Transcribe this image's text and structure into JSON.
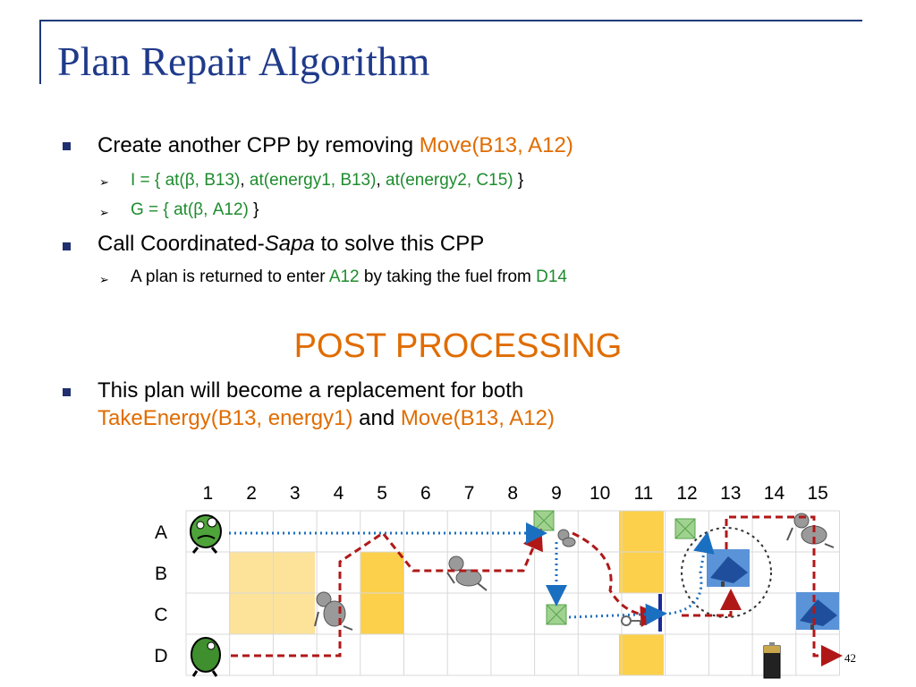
{
  "title": "Plan Repair Algorithm",
  "bullets": {
    "b1": {
      "prefix": "Create another CPP by removing ",
      "highlight": "Move(B13, A12)"
    },
    "s1": {
      "pre": "I  =  { ",
      "v1": "at(β, B13)",
      "sep1": ", ",
      "v2": "at(energy1, B13)",
      "sep2": ", ",
      "v3": "at(energy2, C15)",
      "post": " }"
    },
    "s2": {
      "pre": "G = { ",
      "v1": "at(β, A12)",
      "post": " }"
    },
    "b2": {
      "prefix": "Call Coordinated-",
      "italic": "Sapa",
      "suffix": " to solve this CPP"
    },
    "s3": {
      "pre": "A plan is returned to enter ",
      "v1": "A12",
      "mid": " by taking the fuel from ",
      "v2": "D14"
    },
    "b3": {
      "line1": "This plan will become a replacement for both",
      "h1": "TakeEnergy(B13, energy1)",
      "and": " and ",
      "h2": "Move(B13, A12)"
    }
  },
  "post_processing": "POST PROCESSING",
  "grid": {
    "columns": [
      "1",
      "2",
      "3",
      "4",
      "5",
      "6",
      "7",
      "8",
      "9",
      "10",
      "11",
      "12",
      "13",
      "14",
      "15"
    ],
    "rows": [
      "A",
      "B",
      "C",
      "D"
    ]
  },
  "page_number": "42",
  "colors": {
    "title": "#1f3a8a",
    "highlight": "#e06c00",
    "green": "#1e8c2e",
    "cell_light": "#fde29a",
    "cell_dark": "#fcd04a",
    "red_path": "#b01818",
    "blue_path": "#1b6fc0"
  }
}
